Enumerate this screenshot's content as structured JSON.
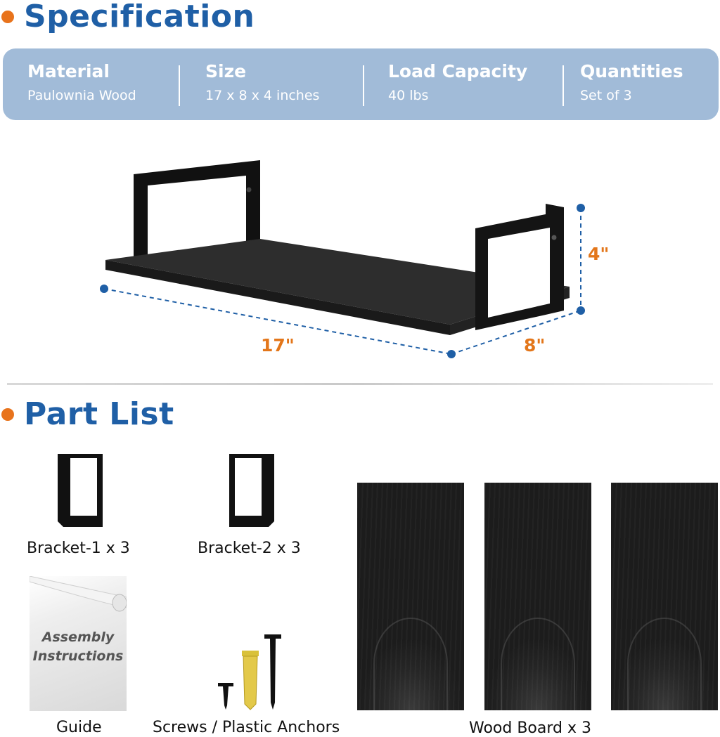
{
  "specification": {
    "title": "Specification",
    "items": [
      {
        "label": "Material",
        "value": "Paulownia Wood"
      },
      {
        "label": "Size",
        "value": "17 x 8 x 4 inches"
      },
      {
        "label": "Load Capacity",
        "value": "40 lbs"
      },
      {
        "label": "Quantities",
        "value": "Set of  3"
      }
    ]
  },
  "dimensions": {
    "length": "17\"",
    "depth": "8\"",
    "height": "4\""
  },
  "part_list": {
    "title": "Part List",
    "bracket1": "Bracket-1 x 3",
    "bracket2": "Bracket-2 x 3",
    "guide_title_line1": "Assembly",
    "guide_title_line2": "Instructions",
    "guide": "Guide",
    "screws": "Screws / Plastic Anchors",
    "boards": "Wood Board x 3"
  },
  "colors": {
    "accent_blue": "#1f5fa6",
    "accent_orange": "#e8731c",
    "spec_bar": "#a1bbd8"
  }
}
